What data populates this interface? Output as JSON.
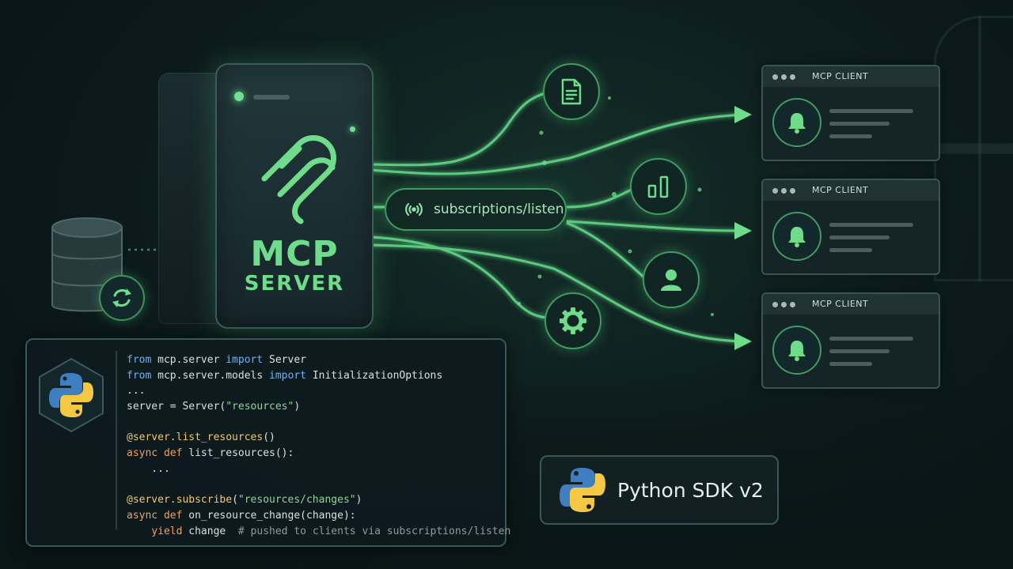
{
  "server": {
    "title": "MCP",
    "subtitle": "SERVER",
    "logo": "mcp-logo-icon",
    "accent_color": "#6fdc8c"
  },
  "channel": {
    "label": "subscriptions/listen",
    "icon": "broadcast-icon"
  },
  "resource_icons": [
    "document-icon",
    "bar-chart-icon",
    "user-icon",
    "gear-icon"
  ],
  "clients": [
    {
      "title": "MCP CLIENT",
      "icon": "bell-icon"
    },
    {
      "title": "MCP CLIENT",
      "icon": "bell-icon"
    },
    {
      "title": "MCP CLIENT",
      "icon": "bell-icon"
    }
  ],
  "database": {
    "icon": "database-icon",
    "sync_icon": "refresh-icon"
  },
  "code": {
    "logo": "python-logo-icon",
    "lines": [
      [
        {
          "t": "from",
          "c": "kw"
        },
        {
          "t": " mcp.server "
        },
        {
          "t": "import",
          "c": "kw"
        },
        {
          "t": " Server"
        }
      ],
      [
        {
          "t": "from",
          "c": "kw"
        },
        {
          "t": " mcp.server.models "
        },
        {
          "t": "import",
          "c": "kw"
        },
        {
          "t": " InitializationOptions"
        }
      ],
      [
        {
          "t": "..."
        }
      ],
      [
        {
          "t": "server = Server("
        },
        {
          "t": "\"resources\"",
          "c": "str"
        },
        {
          "t": ")"
        }
      ],
      [],
      [
        {
          "t": "@server.list_resources",
          "c": "dec"
        },
        {
          "t": "()"
        }
      ],
      [
        {
          "t": "async",
          "c": "kw2"
        },
        {
          "t": " "
        },
        {
          "t": "def",
          "c": "kw2"
        },
        {
          "t": " list_resources():"
        }
      ],
      [
        {
          "t": "    ..."
        }
      ],
      [],
      [
        {
          "t": "@server.subscribe",
          "c": "dec"
        },
        {
          "t": "("
        },
        {
          "t": "\"resources/changes\"",
          "c": "str"
        },
        {
          "t": ")"
        }
      ],
      [
        {
          "t": "async",
          "c": "kw2"
        },
        {
          "t": " "
        },
        {
          "t": "def",
          "c": "kw2"
        },
        {
          "t": " on_resource_change(change):"
        }
      ],
      [
        {
          "t": "    "
        },
        {
          "t": "yield",
          "c": "kw2"
        },
        {
          "t": " change  "
        },
        {
          "t": "# pushed to clients via subscriptions/listen",
          "c": "cmt"
        }
      ]
    ]
  },
  "sdk": {
    "label": "Python SDK v2",
    "logo": "python-logo-icon"
  },
  "colors": {
    "accent": "#6fdc8c",
    "background": "#0d1c1d",
    "python_blue": "#3f7fc1",
    "python_yellow": "#f4c842"
  }
}
